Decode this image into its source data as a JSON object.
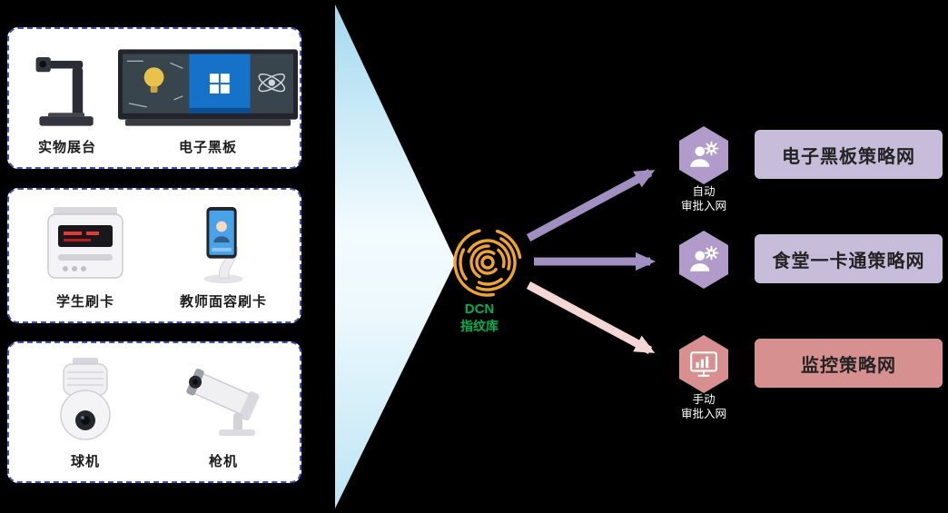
{
  "device_groups": [
    {
      "items": [
        {
          "label": "实物展台",
          "icon": "document-camera-icon"
        },
        {
          "label": "电子黑板",
          "icon": "smart-board-icon"
        }
      ]
    },
    {
      "items": [
        {
          "label": "学生刷卡",
          "icon": "card-reader-icon"
        },
        {
          "label": "教师面容刷卡",
          "icon": "face-recognition-stand-icon"
        }
      ]
    },
    {
      "items": [
        {
          "label": "球机",
          "icon": "dome-camera-icon"
        },
        {
          "label": "枪机",
          "icon": "bullet-camera-icon"
        }
      ]
    }
  ],
  "center": {
    "icon": "fingerprint-icon",
    "line1": "DCN",
    "line2": "指纹库"
  },
  "flows": [
    {
      "hex_icon": "automation-approval-icon",
      "badge_line1": "自动",
      "badge_line2": "审批入网",
      "target_label": "电子黑板策略网",
      "theme": "purple"
    },
    {
      "hex_icon": "automation-approval-icon",
      "target_label": "食堂一卡通策略网",
      "theme": "purple"
    },
    {
      "hex_icon": "monitoring-chart-icon",
      "badge_line1": "手动",
      "badge_line2": "审批入网",
      "target_label": "监控策略网",
      "theme": "pink"
    }
  ],
  "colors": {
    "background": "#000000",
    "panel_border": "#3d52c0",
    "panel_bg": "#ffffff",
    "triangle_blue": "#a9ddf1",
    "fingerprint_orange": "#f0a42e",
    "dcn_green": "#00b050",
    "arrow_purple": "#a18fc2",
    "arrow_pink": "#f2d7d4",
    "hex_purple": "#b09bca",
    "hex_pink": "#d88f8f",
    "policy_box_purple": "#c7bcda",
    "policy_box_pink": "#d79090"
  }
}
